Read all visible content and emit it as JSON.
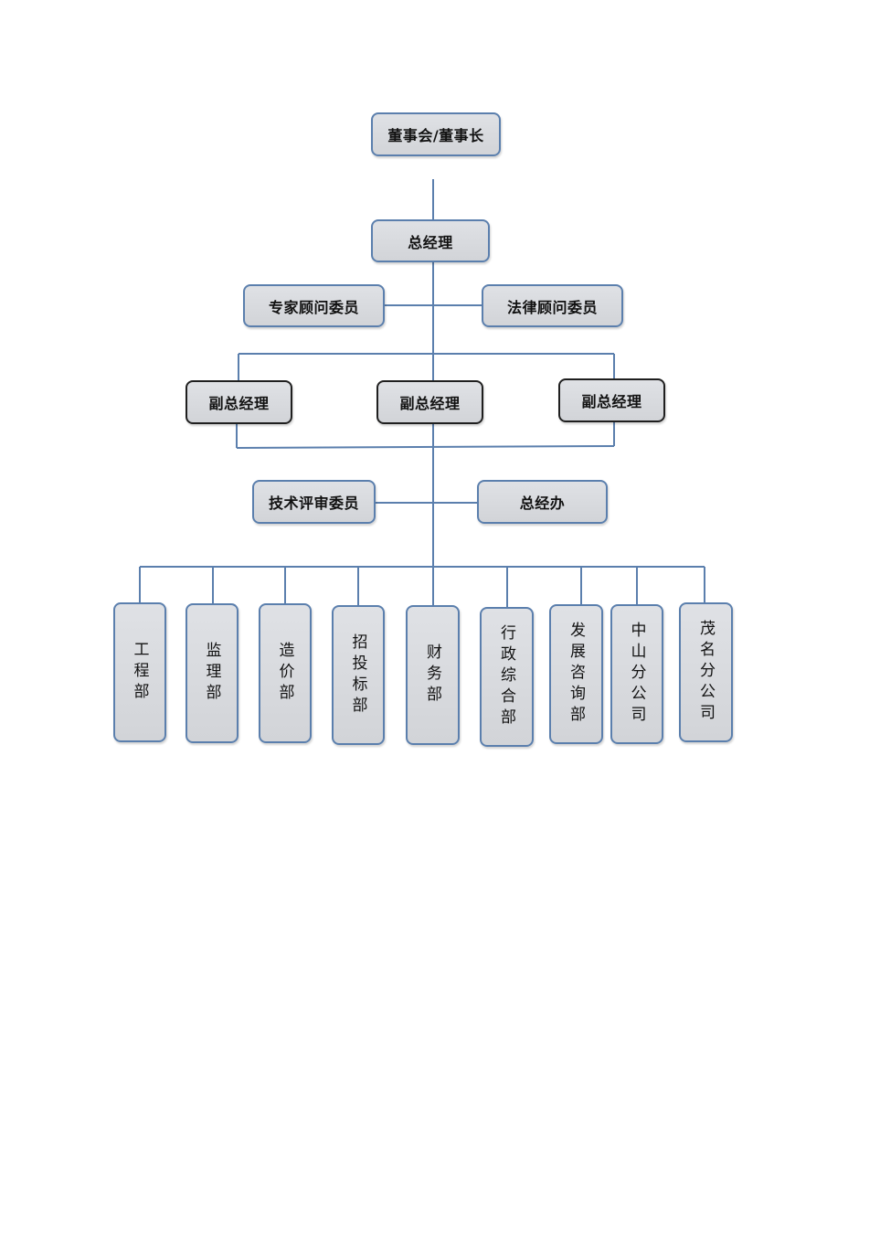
{
  "org_chart": {
    "chairman": "董事会/董事长",
    "general_manager": "总经理",
    "expert_advisor_committee": "专家顾问委员",
    "legal_advisor_committee": "法律顾问委员",
    "deputy_gm_left": "副总经理",
    "deputy_gm_center": "副总经理",
    "deputy_gm_right": "副总经理",
    "tech_review_committee": "技术评审委员",
    "gm_office": "总经办",
    "departments": [
      "工程部",
      "监理部",
      "造价部",
      "招投标部",
      "财务部",
      "行政综合部",
      "发展咨询部",
      "中山分公司",
      "茂名分公司"
    ]
  },
  "colors": {
    "line": "#5b7fad",
    "box_border": "#5b7fad",
    "box_fill": "#d9dbdf",
    "deputy_border": "#1f1f1f"
  }
}
